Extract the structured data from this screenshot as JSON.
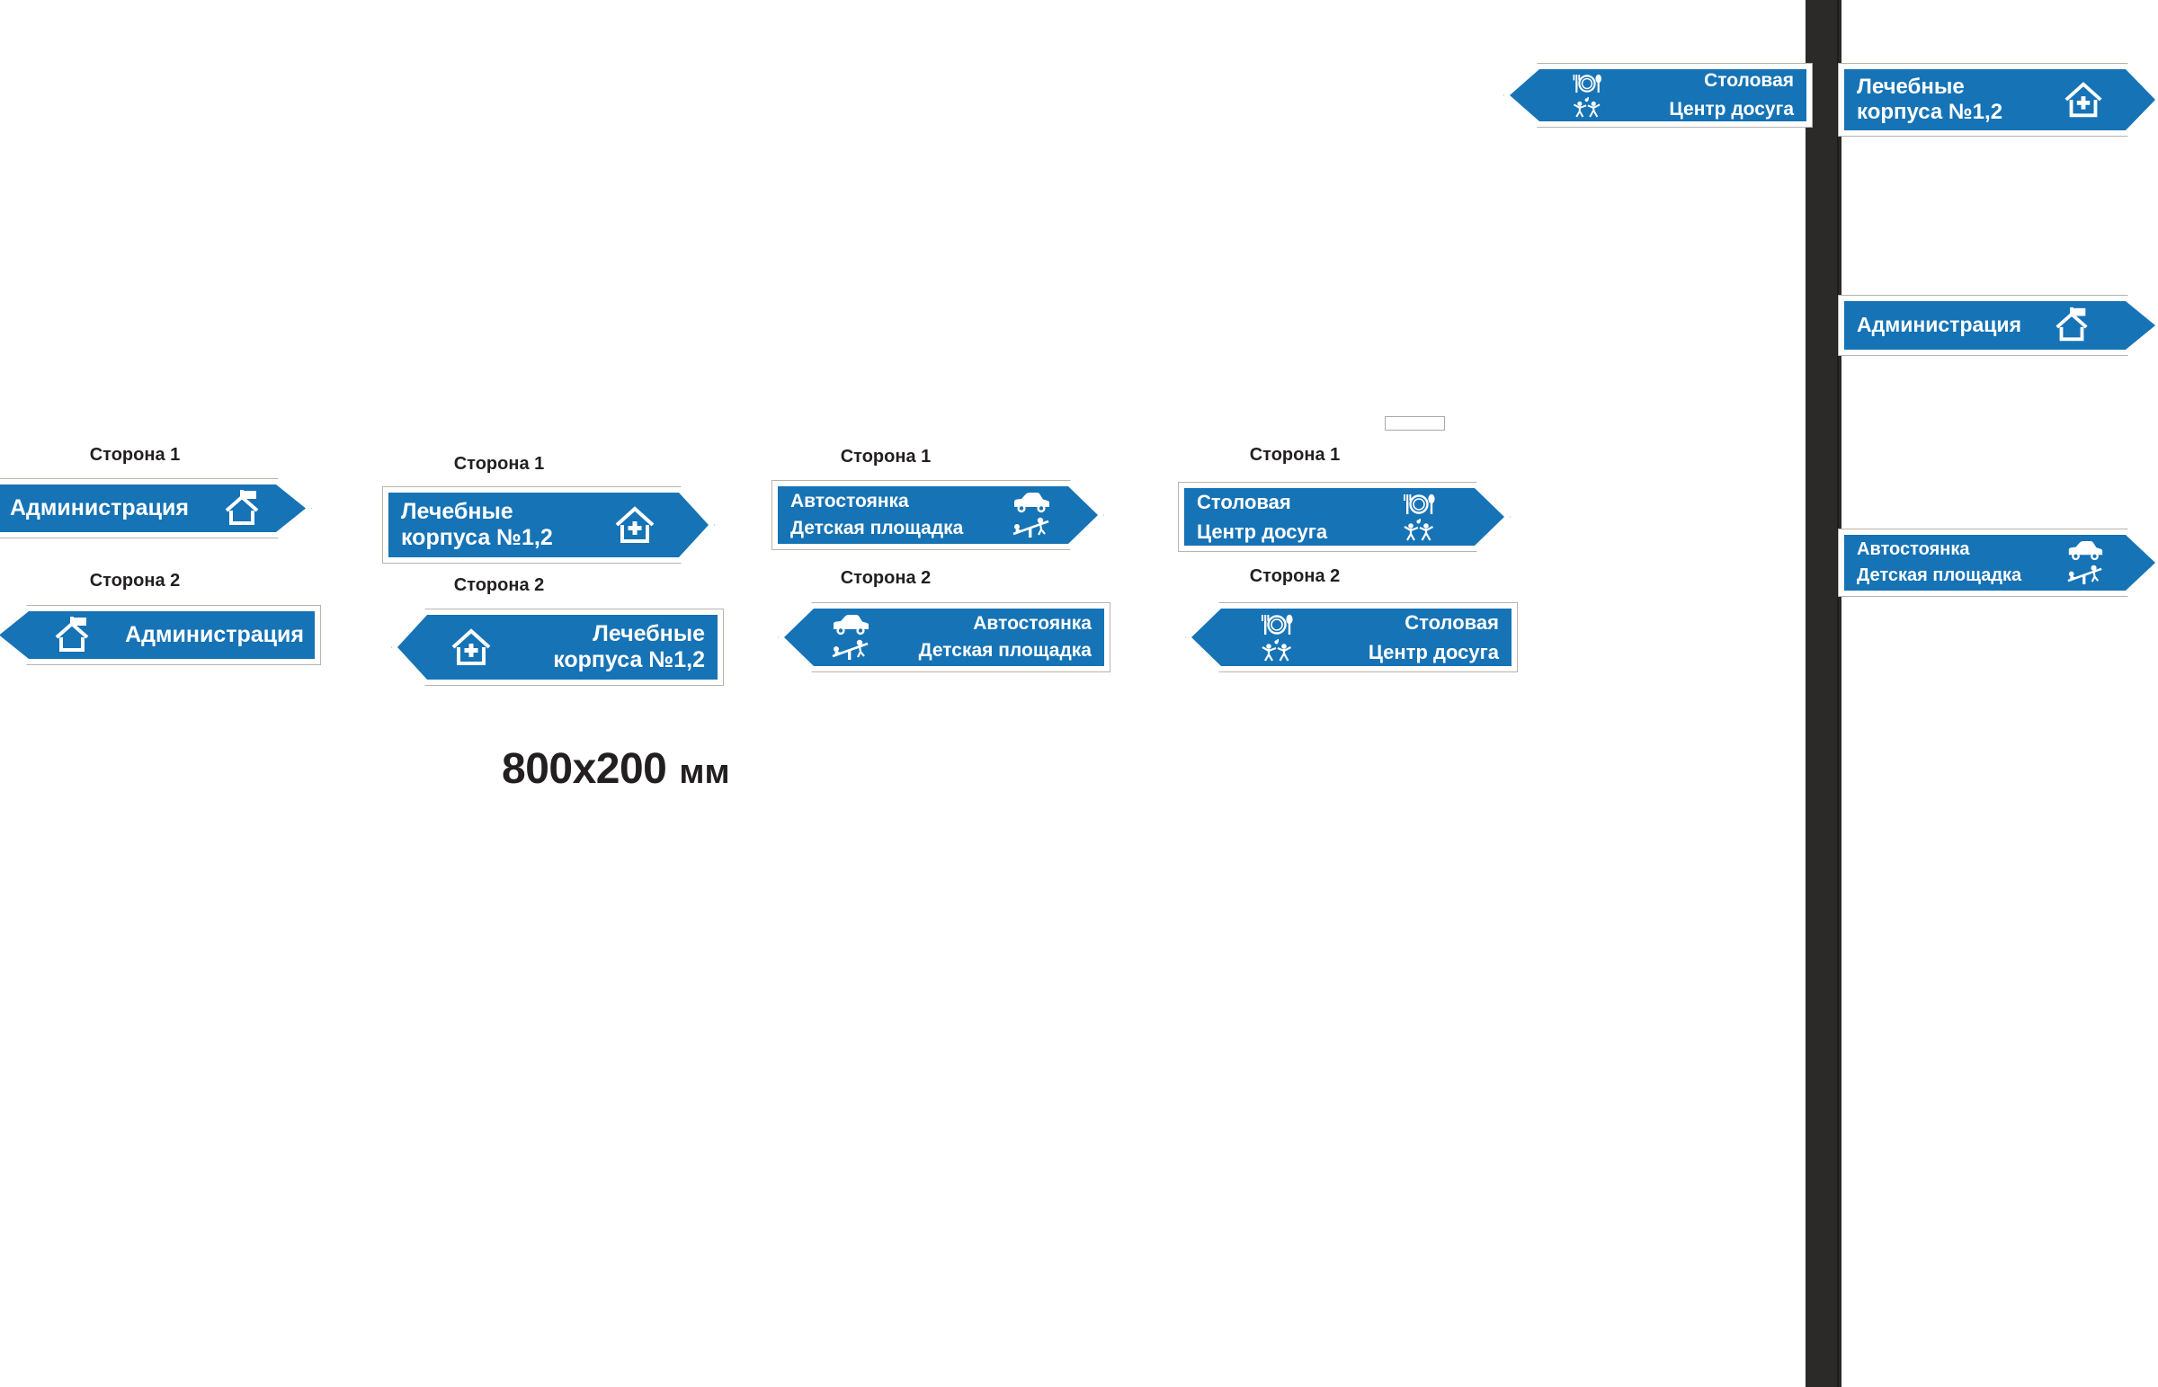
{
  "page": {
    "dimension_label": {
      "size": "800x200",
      "unit": "мм"
    },
    "side_caption_1": "Сторона 1",
    "side_caption_2": "Сторона 2",
    "accent_blue": "#1673B5",
    "sign_border_white": "#FFFFFF",
    "outline_gray": "#B9B2AD",
    "pole_color": "#2B2A28",
    "text_color": "#231F20"
  },
  "groups": [
    {
      "id": "administration",
      "caption_side1": "Сторона 1",
      "caption_side2": "Сторона 2",
      "side1": {
        "direction": "right",
        "lines": [
          "Администрация"
        ],
        "icon": "house-flag-icon"
      },
      "side2": {
        "direction": "left",
        "lines": [
          "Администрация"
        ],
        "icon": "house-flag-icon"
      }
    },
    {
      "id": "medical-buildings",
      "caption_side1": "Сторона 1",
      "caption_side2": "Сторона 2",
      "side1": {
        "direction": "right",
        "lines": [
          "Лечебные",
          "корпуса №1,2"
        ],
        "icon": "house-cross-icon"
      },
      "side2": {
        "direction": "left",
        "lines": [
          "Лечебные",
          "корпуса №1,2"
        ],
        "icon": "house-cross-icon"
      }
    },
    {
      "id": "parking-playground",
      "caption_side1": "Сторона 1",
      "caption_side2": "Сторона 2",
      "side1": {
        "direction": "right",
        "lines": [
          "Автостоянка",
          "Детская площадка"
        ],
        "icon": "car-and-seesaw-icon"
      },
      "side2": {
        "direction": "left",
        "lines": [
          "Автостоянка",
          "Детская площадка"
        ],
        "icon": "car-and-seesaw-icon"
      }
    },
    {
      "id": "canteen-leisure",
      "caption_side1": "Сторона 1",
      "caption_side2": "Сторона 2",
      "side1": {
        "direction": "right",
        "lines": [
          "Столовая",
          "Центр досуга"
        ],
        "icon": "plate-and-dancers-icon"
      },
      "side2": {
        "direction": "left",
        "lines": [
          "Столовая",
          "Центр досуга"
        ],
        "icon": "plate-and-dancers-icon"
      }
    }
  ],
  "mockup": {
    "pole_label": "sign-pole",
    "signs": [
      {
        "id": "mock-canteen-left",
        "direction": "left",
        "lines": [
          "Столовая",
          "Центр досуга"
        ],
        "icon": "plate-and-dancers-icon"
      },
      {
        "id": "mock-medical-right",
        "direction": "right",
        "lines": [
          "Лечебные",
          "корпуса №1,2"
        ],
        "icon": "house-cross-icon"
      },
      {
        "id": "mock-administration-right",
        "direction": "right",
        "lines": [
          "Администрация"
        ],
        "icon": "house-flag-icon"
      },
      {
        "id": "mock-parking-right",
        "direction": "right",
        "lines": [
          "Автостоянка",
          "Детская площадка"
        ],
        "icon": "car-and-seesaw-icon"
      }
    ]
  }
}
